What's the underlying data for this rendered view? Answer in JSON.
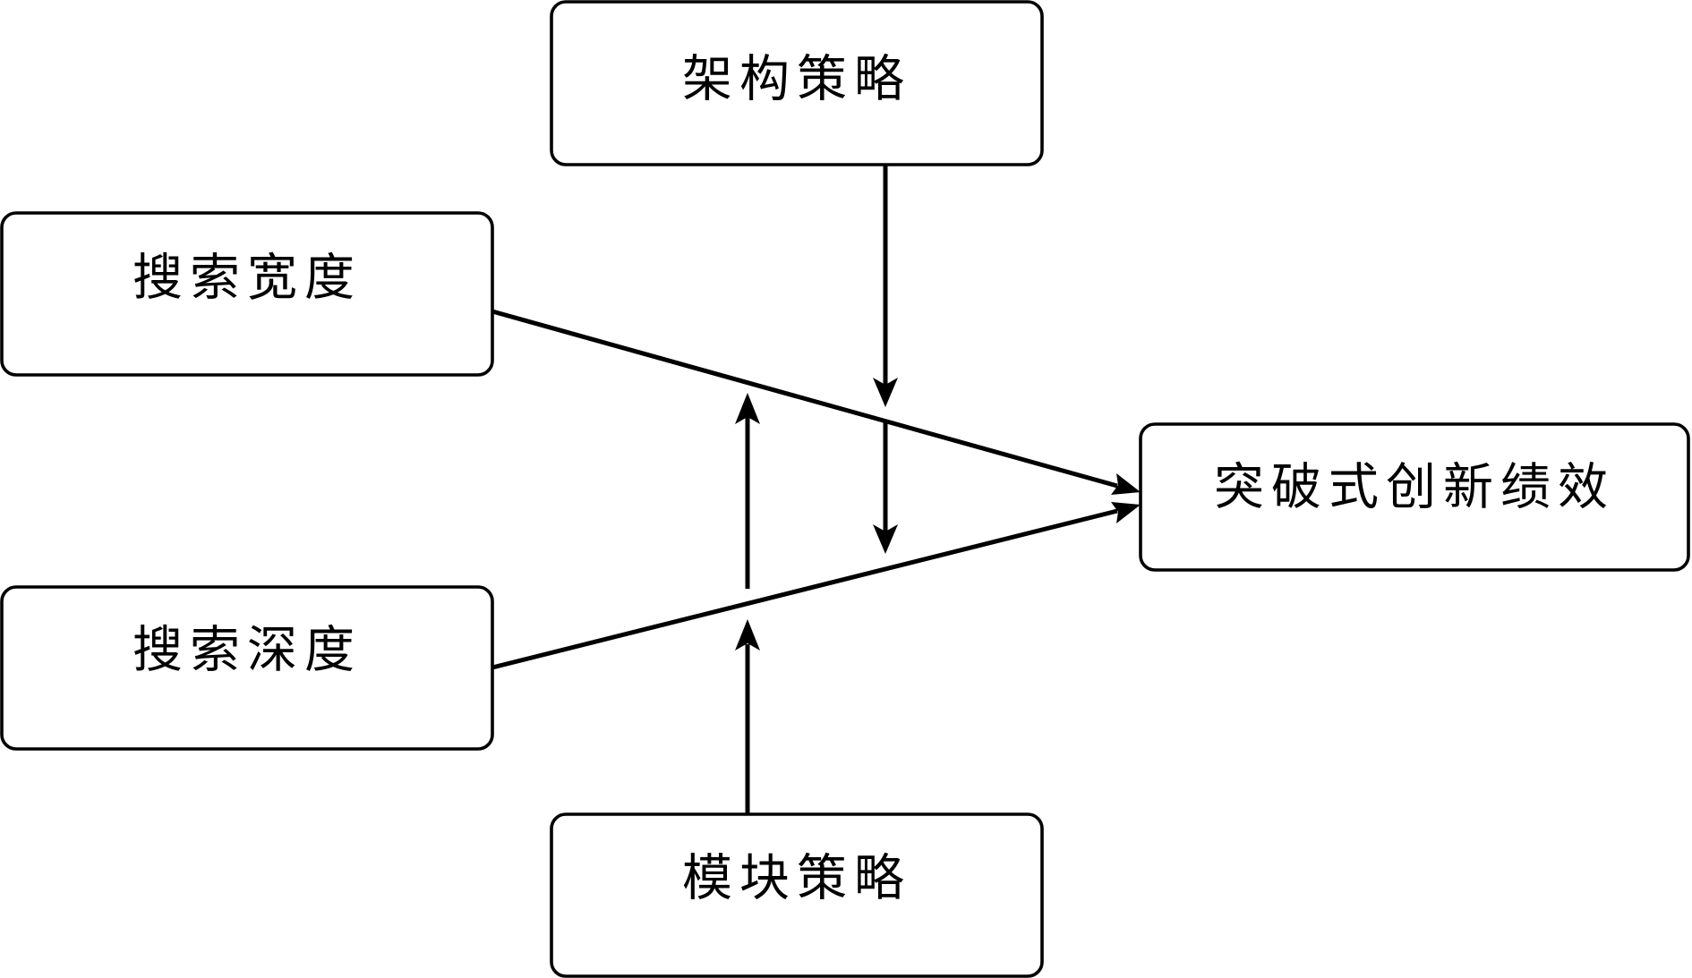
{
  "nodes": {
    "architecture_strategy": {
      "label": "架构策略"
    },
    "search_breadth": {
      "label": "搜索宽度"
    },
    "search_depth": {
      "label": "搜索深度"
    },
    "breakthrough_innovation": {
      "label": "突破式创新绩效"
    },
    "modular_strategy": {
      "label": "模块策略"
    }
  },
  "edges": [
    {
      "from": "search_breadth",
      "to": "breakthrough_innovation"
    },
    {
      "from": "search_depth",
      "to": "breakthrough_innovation"
    },
    {
      "from": "architecture_strategy",
      "to": "breadth_path",
      "kind": "moderation"
    },
    {
      "from": "architecture_strategy",
      "to": "depth_path",
      "kind": "moderation"
    },
    {
      "from": "modular_strategy",
      "to": "breadth_path",
      "kind": "moderation"
    },
    {
      "from": "modular_strategy",
      "to": "depth_path",
      "kind": "moderation"
    }
  ],
  "colors": {
    "stroke": "#000000",
    "background": "#ffffff"
  }
}
